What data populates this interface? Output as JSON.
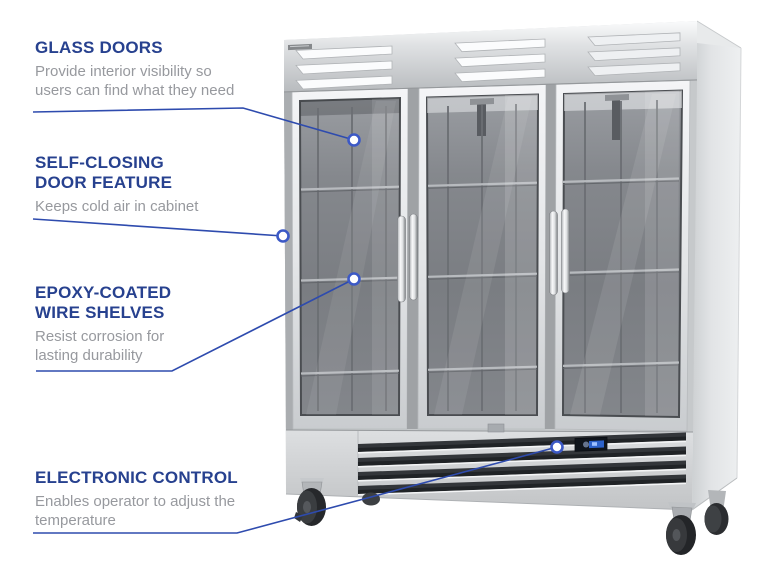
{
  "page": {
    "background": "#ffffff"
  },
  "colors": {
    "heading": "#27418f",
    "body_text": "#97999e",
    "callout_line": "#2e4bae",
    "callout_dot_ring": "#3c59c6",
    "callout_dot_fill": "#ffffff"
  },
  "callouts": [
    {
      "id": "glass-doors",
      "title_lines": [
        "GLASS DOORS"
      ],
      "description_lines": [
        "Provide interior visibility so",
        "users can find what they need"
      ]
    },
    {
      "id": "self-closing-door-feature",
      "title_lines": [
        "SELF-CLOSING",
        "DOOR FEATURE"
      ],
      "description_lines": [
        "Keeps cold air in cabinet"
      ]
    },
    {
      "id": "epoxy-coated-wire-shelves",
      "title_lines": [
        "EPOXY-COATED",
        "WIRE SHELVES"
      ],
      "description_lines": [
        "Resist corrosion for",
        "lasting durability"
      ]
    },
    {
      "id": "electronic-control",
      "title_lines": [
        "ELECTRONIC CONTROL"
      ],
      "description_lines": [
        "Enables operator to adjust the",
        "temperature"
      ]
    }
  ]
}
